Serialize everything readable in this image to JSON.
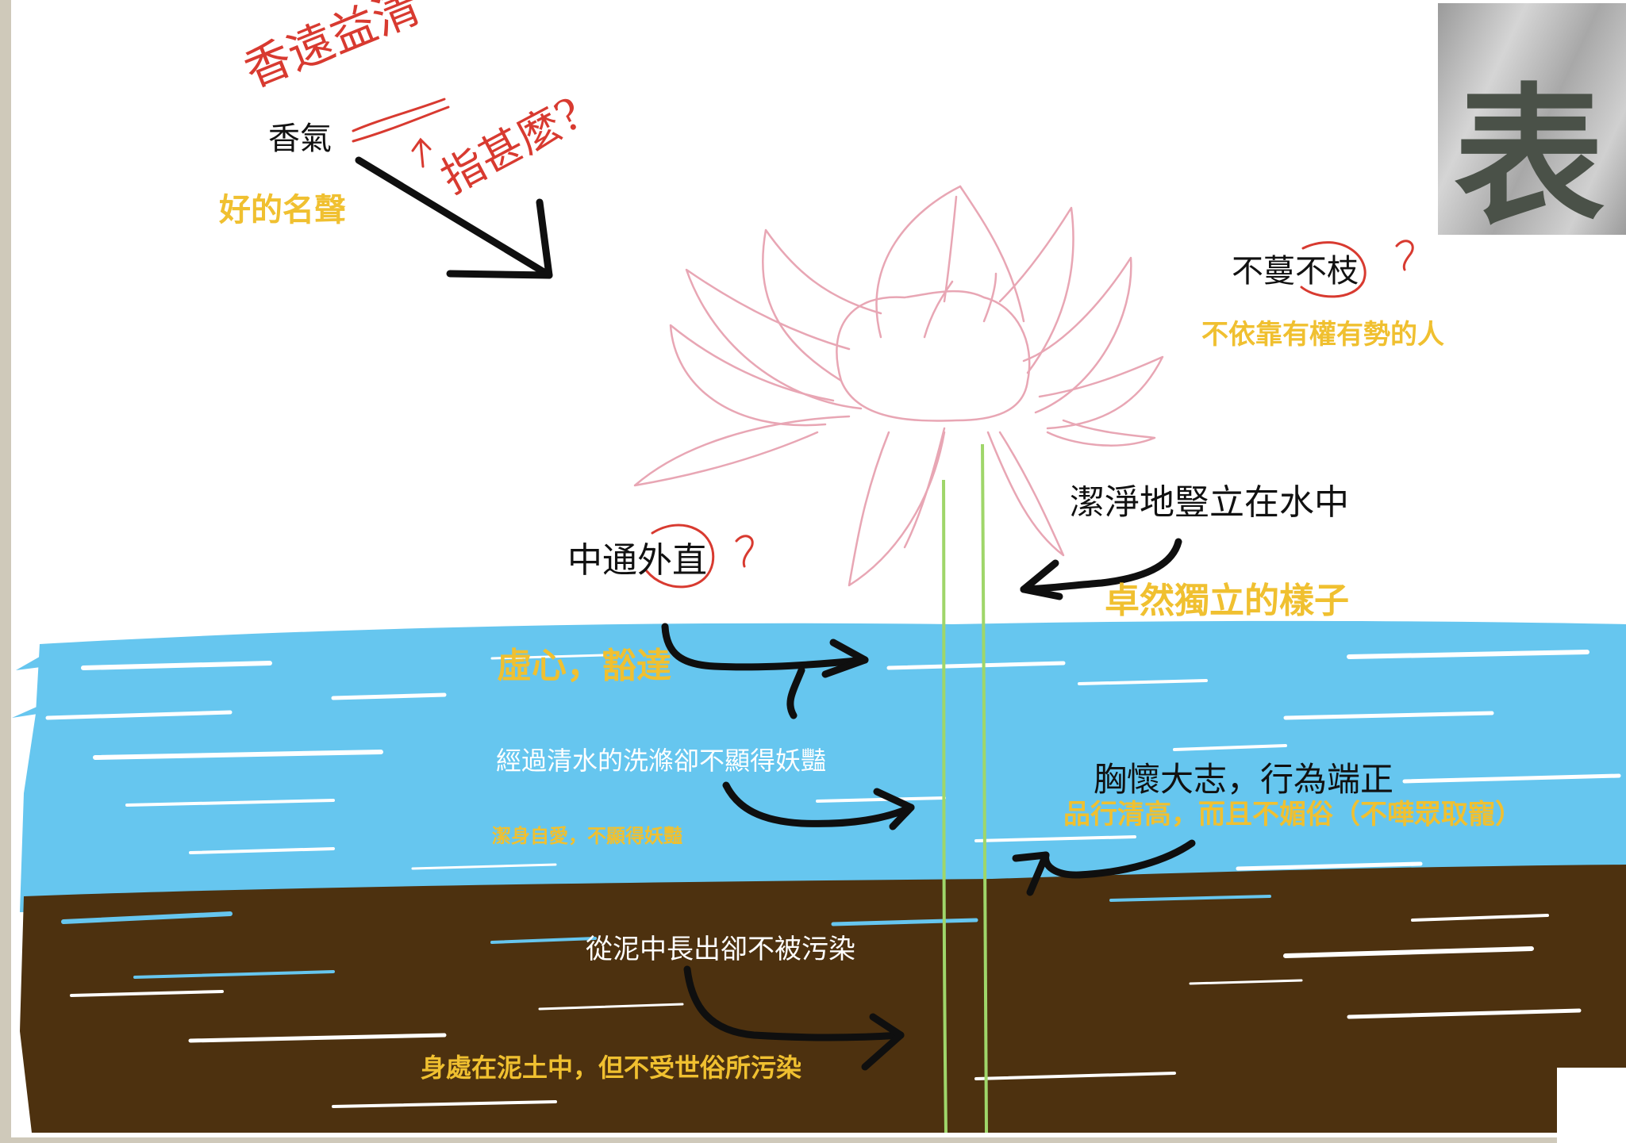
{
  "title_card": "表",
  "annotations": {
    "fragrance": "香氣",
    "fragrance_handwritten": "香遠益清",
    "fragrance_question": "指甚麼?",
    "good_name": "好的名聲",
    "no_branches": "不蔓不枝",
    "no_branches_meaning": "不依靠有權有勢的人",
    "stand_clean": "潔淨地豎立在水中",
    "stand_meaning": "卓然獨立的樣子",
    "hollow_straight": "中通外直",
    "hollow_meaning": "虛心，豁達",
    "washed": "經過清水的洗滌卻不顯得妖豔",
    "washed_meaning": "潔身自愛，不顯得妖豔",
    "ambition": "胸懷大志，行為端正",
    "ambition_meaning": "品行清高，而且不媚俗（不嘩眾取寵）",
    "mud": "從泥中長出卻不被污染",
    "mud_meaning": "身處在泥土中，但不受世俗所污染",
    "question_mark": "?"
  },
  "colors": {
    "water": "#66c6ef",
    "mud": "#4d310f",
    "lotus_outline": "#e8a6b4",
    "stem": "#9fd66a",
    "arrow": "#0f0f0f",
    "yellow_text": "#f0c030",
    "handwriting": "#d83a30"
  }
}
